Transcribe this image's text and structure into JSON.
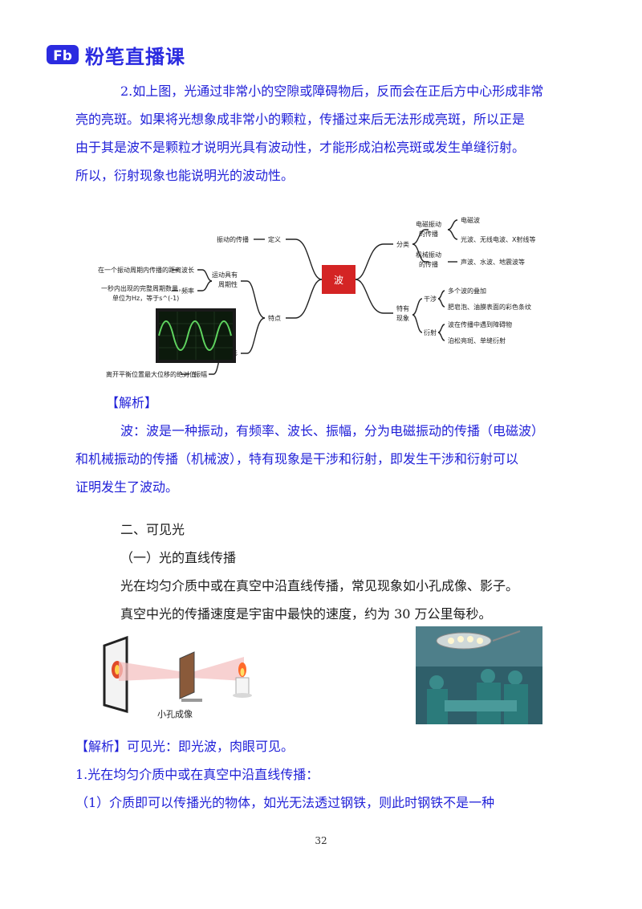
{
  "header": {
    "logo_mark": "Fb",
    "brand": "粉笔直播课"
  },
  "paragraphs": {
    "p1_l1": "2.如上图，光通过非常小的空隙或障碍物后，反而会在正后方中心形成非常",
    "p1_l2": "亮的亮斑。如果将光想象成非常小的颗粒，传播过来后无法形成亮斑，所以正是",
    "p1_l3": "由于其是波不是颗粒才说明光具有波动性，才能形成泊松亮斑或发生单缝衍射。",
    "p1_l4": "所以，衍射现象也能说明光的波动性。",
    "analysis1_label": "【解析】",
    "a1_l1": "波：波是一种振动，有频率、波长、振幅，分为电磁振动的传播（电磁波）",
    "a1_l2": "和机械振动的传播（机械波），特有现象是干涉和衍射，即发生干涉和衍射可以",
    "a1_l3": "证明发生了波动。",
    "sec2_title": "二、可见光",
    "sub1_title": "（一）光的直线传播",
    "s1_l1": "光在均匀介质中或在真空中沿直线传播，常见现象如小孔成像、影子。",
    "s1_l2": "真空中光的传播速度是宇宙中最快的速度，约为 30 万公里每秒。",
    "analysis2_label": "【解析】",
    "analysis2_text": "可见光：即光波，肉眼可见。",
    "n1": "1.光在均匀介质中或在真空中沿直线传播：",
    "n2": "（1）介质即可以传播光的物体，如光无法透过钢铁，则此时钢铁不是一种"
  },
  "mindmap": {
    "center": "波",
    "definition": "定义",
    "definition_desc": "振动的传播",
    "features": "特点",
    "periodic": "运动具有",
    "periodic2": "周期性",
    "wavelength": "波长",
    "wavelength_desc": "在一个振动周期内传播的距离",
    "frequency": "频率",
    "freq_desc1": "一秒内出现的完整周期数量，",
    "freq_desc2": "单位为Hz，等于s^(-1)",
    "graph": "图形",
    "amplitude": "振幅",
    "amplitude_desc": "离开平衡位置最大位移的绝对值",
    "classify": "分类",
    "em1": "电磁振动",
    "em2": "的传播",
    "em_wave": "电磁波",
    "em_examples": "光波、无线电波、X射线等",
    "mech1": "机械振动",
    "mech2": "的传播",
    "mech_examples": "声波、水波、地震波等",
    "special1": "特有",
    "special2": "现象",
    "interference": "干涉",
    "int_1": "多个波的叠加",
    "int_2": "肥皂泡、油膜表面的彩色条纹",
    "diffraction": "衍射",
    "dif_1": "波在传播中遇到障碍物",
    "dif_2": "泊松亮斑、单缝衍射"
  },
  "figure": {
    "caption": "小孔成像"
  },
  "page_number": "32",
  "colors": {
    "brand": "#2b2be0",
    "body_blue": "#1f1fd8",
    "center_node": "#d42424",
    "wave": "#5fd45f"
  }
}
